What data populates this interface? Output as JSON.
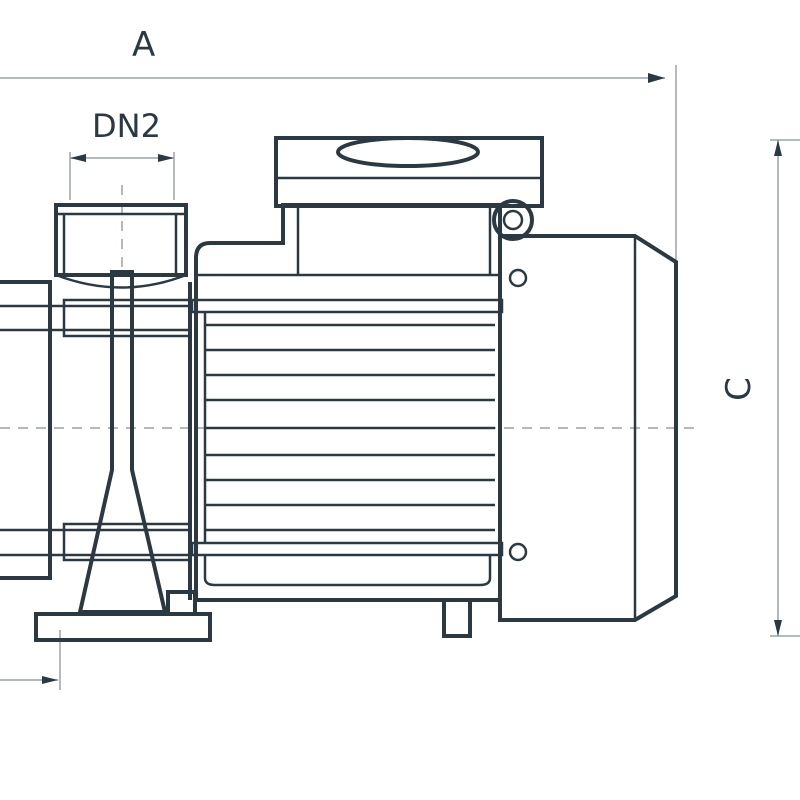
{
  "dimensions": {
    "overall_length_label": "A",
    "outlet_diameter_label": "DN2",
    "height_label": "C"
  },
  "colors": {
    "line": "#2b3a42",
    "dimension": "#9aa3a8"
  }
}
